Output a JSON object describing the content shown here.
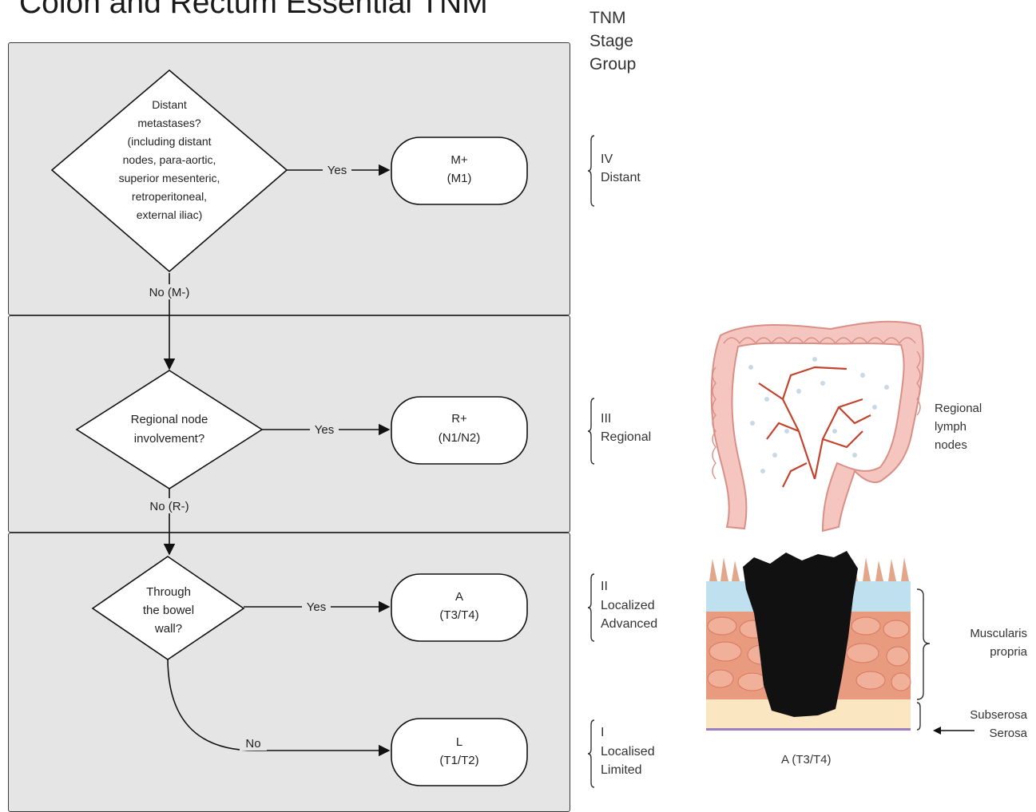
{
  "title": "Colon and Rectum Essential TNM",
  "stage_column_header": [
    "TNM",
    "Stage",
    "Group"
  ],
  "decisions": {
    "metastases": {
      "lines": [
        "Distant",
        "metastases?",
        "(including distant",
        "nodes, para-aortic,",
        "superior mesenteric,",
        "retroperitoneal,",
        "external iliac)"
      ]
    },
    "regional": {
      "lines": [
        "Regional node",
        "involvement?"
      ]
    },
    "bowel_wall": {
      "lines": [
        "Through",
        "the bowel",
        "wall?"
      ]
    }
  },
  "outcomes": {
    "m_plus": [
      "M+",
      "(M1)"
    ],
    "r_plus": [
      "R+",
      "(N1/N2)"
    ],
    "a": [
      "A",
      "(T3/T4)"
    ],
    "l": [
      "L",
      "(T1/T2)"
    ]
  },
  "edges": {
    "yes1": "Yes",
    "yes2": "Yes",
    "yes3": "Yes",
    "no_m": "No (M-)",
    "no_r": "No (R-)",
    "no_bowel": "No"
  },
  "stages": {
    "iv": [
      "IV",
      "Distant"
    ],
    "iii": [
      "III",
      "Regional"
    ],
    "ii": [
      "II",
      "Localized",
      "Advanced"
    ],
    "i": [
      "I",
      "Localised",
      "Limited"
    ]
  },
  "anatomy": {
    "regional_nodes_label": [
      "Regional",
      "lymph",
      "nodes"
    ],
    "muscularis_label": [
      "Muscularis",
      "propria"
    ],
    "subserosa_label": [
      "Subserosa",
      "Serosa"
    ],
    "caption": "A (T3/T4)"
  },
  "colors": {
    "panel_bg": "#e5e5e5",
    "colon_pink": "#f4c6bf",
    "colon_outline": "#d98f86",
    "vessel_red": "#c2442e",
    "tumor_black": "#111111",
    "mucosa_blue": "#bfe0ee",
    "muscle_salmon": "#e99b80",
    "subserosa_yellow": "#fbe6c2",
    "serosa_purple": "#9c7fc1"
  }
}
